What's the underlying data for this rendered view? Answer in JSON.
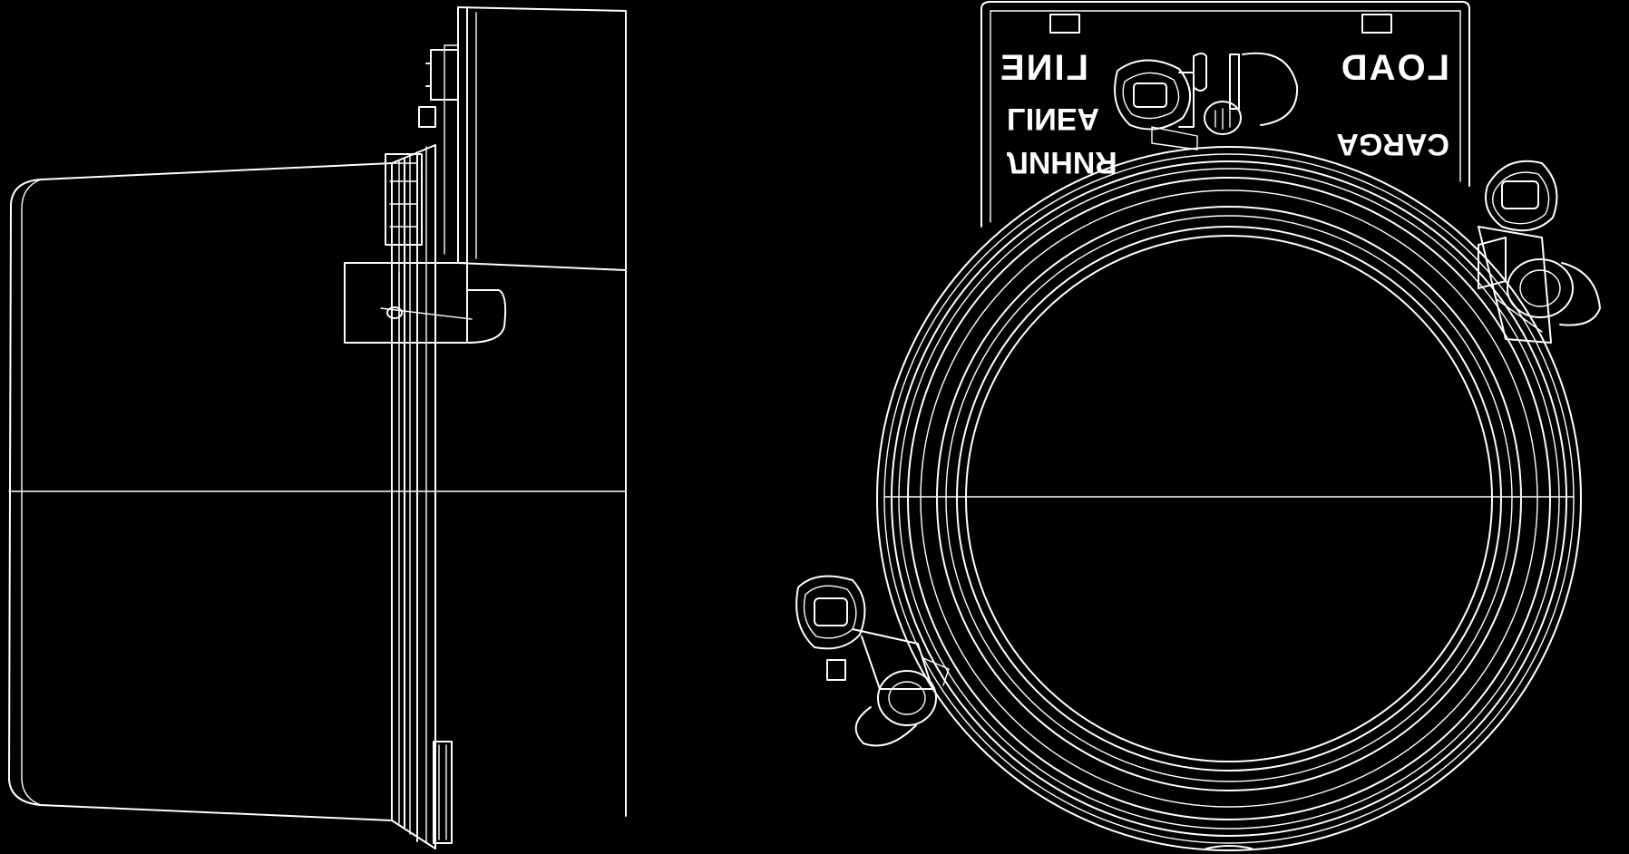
{
  "front_view": {
    "labels": {
      "line_en": "LINE",
      "line_es": "LINEA",
      "line_ru": "ЛИНИЯ",
      "load_en": "LOAD",
      "load_es": "CARGA"
    }
  },
  "colors": {
    "background": "#000000",
    "stroke": "#ffffff"
  }
}
